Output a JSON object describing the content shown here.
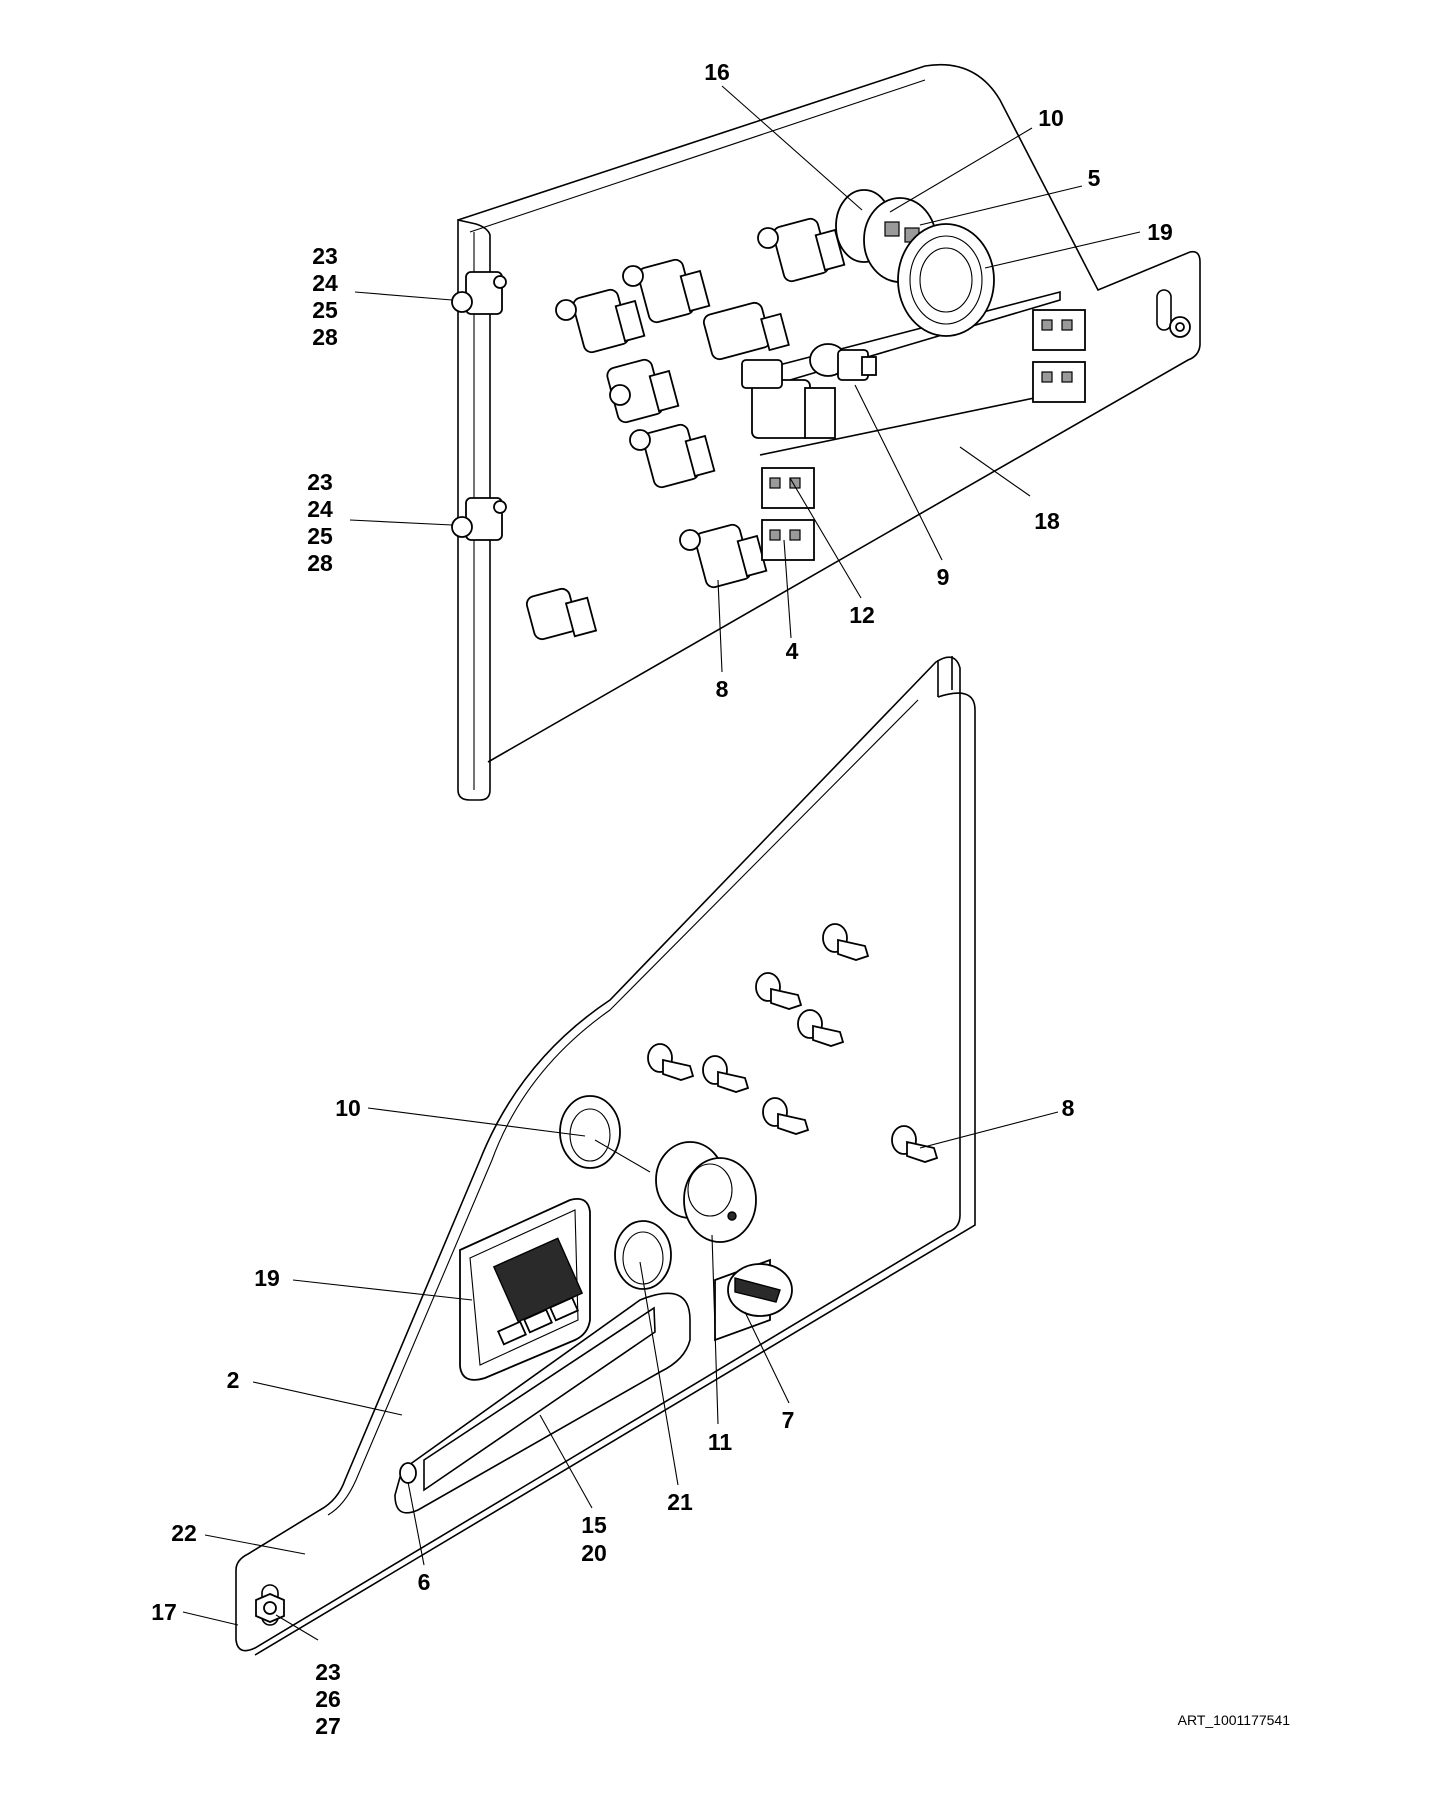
{
  "callouts_upper": {
    "c16": "16",
    "c10": "10",
    "c5": "5",
    "c19": "19",
    "c23a": "23",
    "c24a": "24",
    "c25a": "25",
    "c28a": "28",
    "c23b": "23",
    "c24b": "24",
    "c25b": "25",
    "c28b": "28",
    "c18": "18",
    "c9": "9",
    "c12": "12",
    "c4": "4",
    "c8": "8"
  },
  "callouts_lower": {
    "c10": "10",
    "c8": "8",
    "c19": "19",
    "c2": "2",
    "c7": "7",
    "c11": "11",
    "c21": "21",
    "c15": "15",
    "c20": "20",
    "c22": "22",
    "c17": "17",
    "c6": "6",
    "c23": "23",
    "c26": "26",
    "c27": "27"
  },
  "art_reference": "ART_1001177541"
}
